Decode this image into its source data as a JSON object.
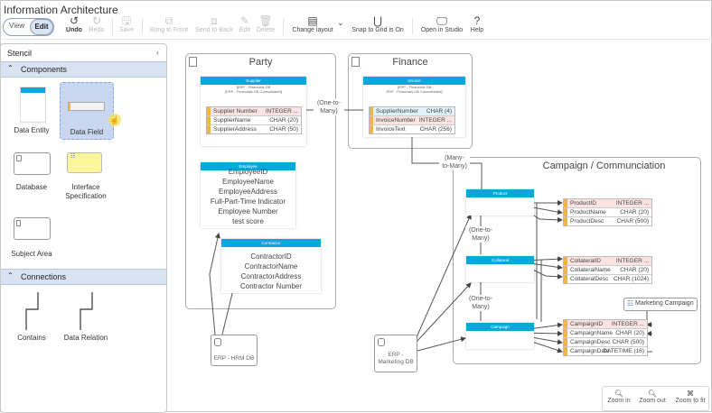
{
  "window": {
    "title": "Information Architecture"
  },
  "mode_toggle": {
    "view_label": "View",
    "edit_label": "Edit",
    "active": "Edit"
  },
  "toolbar": {
    "undo": {
      "label": "Undo",
      "icon": "undo-icon",
      "enabled": true
    },
    "redo": {
      "label": "Redo",
      "icon": "redo-icon",
      "enabled": false
    },
    "save": {
      "label": "Save",
      "icon": "save-icon",
      "enabled": false
    },
    "bring_to_front": {
      "label": "Bring to Front",
      "icon": "bring-to-front-icon",
      "enabled": false
    },
    "send_to_back": {
      "label": "Send to Back",
      "icon": "send-to-back-icon",
      "enabled": false
    },
    "edit": {
      "label": "Edit",
      "icon": "pencil-icon",
      "enabled": false
    },
    "delete": {
      "label": "Delete",
      "icon": "trash-icon",
      "enabled": false
    },
    "change_layout": {
      "label": "Change layout",
      "icon": "layout-icon",
      "enabled": true
    },
    "snap_to_grid": {
      "label": "Snap to Grid is On",
      "icon": "magnet-icon",
      "enabled": true
    },
    "open_in_studio": {
      "label": "Open in Studio",
      "icon": "monitor-icon",
      "enabled": true
    },
    "help": {
      "label": "Help",
      "icon": "question-icon",
      "enabled": true
    }
  },
  "stencil": {
    "title": "Stencil",
    "sections": {
      "components": {
        "label": "Components",
        "items": [
          "Data Entity",
          "Data Field",
          "Database",
          "Interface Specification",
          "Subject Area"
        ],
        "selected": "Data Field"
      },
      "connections": {
        "label": "Connections",
        "items": [
          "Contains",
          "Data Relation"
        ]
      }
    }
  },
  "diagram": {
    "subject_areas": {
      "party": "Party",
      "finance": "Finance",
      "campaign": "Campaign / Communciation"
    },
    "entities": {
      "supplier": {
        "name": "Supplier",
        "sub1": "[ERP - Financials DB",
        "sub2": "[ERP - Financials DB Consolidated]",
        "fields": [
          {
            "name": "Supplier Number",
            "type": "INTEGER ...",
            "kind": "pk"
          },
          {
            "name": "SupplierName",
            "type": "CHAR (20)",
            "kind": ""
          },
          {
            "name": "SupplierAddress",
            "type": "CHAR (50)",
            "kind": ""
          }
        ]
      },
      "invoice": {
        "name": "Invoice",
        "sub1": "[ERP - Financials DB",
        "sub2": "ERP - Financials DB Consolidated]",
        "fields": [
          {
            "name": "SupplierNumber",
            "type": "CHAR (4)",
            "kind": "fk"
          },
          {
            "name": "InvoiceNumber",
            "type": "INTEGER ...",
            "kind": "pk"
          },
          {
            "name": "InvoiceText",
            "type": "CHAR (256)",
            "kind": ""
          }
        ]
      },
      "employee": {
        "name": "Employee",
        "fields": [
          "EmployeeID",
          "EmployeeName",
          "EmployeeAddress",
          "Full-Part-Time Indicator",
          "Employee Number",
          "test score"
        ]
      },
      "contractor": {
        "name": "Contractor",
        "fields": [
          "ContractorID",
          "ContractorName",
          "ContractorAddress",
          "Contractor Number"
        ]
      },
      "product": {
        "name": "Product",
        "fields": [
          {
            "name": "ProductID",
            "type": "INTEGER ...",
            "kind": "pk"
          },
          {
            "name": "ProductName",
            "type": "CHAR (20)",
            "kind": ""
          },
          {
            "name": "ProductDesc",
            "type": "CHAR (500)",
            "kind": ""
          }
        ]
      },
      "collateral": {
        "name": "Collateral",
        "fields": [
          {
            "name": "CollateralID",
            "type": "INTEGER ...",
            "kind": "pk"
          },
          {
            "name": "CollateralName",
            "type": "CHAR (20)",
            "kind": ""
          },
          {
            "name": "CollateralDesc",
            "type": "CHAR (1024)",
            "kind": ""
          }
        ]
      },
      "campaign": {
        "name": "Campaign",
        "fields": [
          {
            "name": "CampaignID",
            "type": "INTEGER ...",
            "kind": "pk"
          },
          {
            "name": "CampaignName",
            "type": "CHAR (20)",
            "kind": ""
          },
          {
            "name": "CampaignDesc",
            "type": "CHAR (500)",
            "kind": ""
          },
          {
            "name": "CampaignDate",
            "type": "DATETIME (16)",
            "kind": ""
          }
        ]
      }
    },
    "relations": {
      "supplier_invoice": "(One-to-\nMany)",
      "invoice_product": "(Many-\nto-Many)",
      "product_collateral": "(One-to-\nMany)",
      "collateral_campaign": "(One-to-\nMany)"
    },
    "databases": {
      "hrm": "ERP - HRM DB",
      "marketing": "ERP -\nMarketing DB"
    },
    "interface": {
      "name": "Marketing Campaign"
    }
  },
  "zoom_controls": {
    "zoom_in": "Zoom in",
    "zoom_out": "Zoom out",
    "zoom_to_fit": "Zoom to fit"
  }
}
